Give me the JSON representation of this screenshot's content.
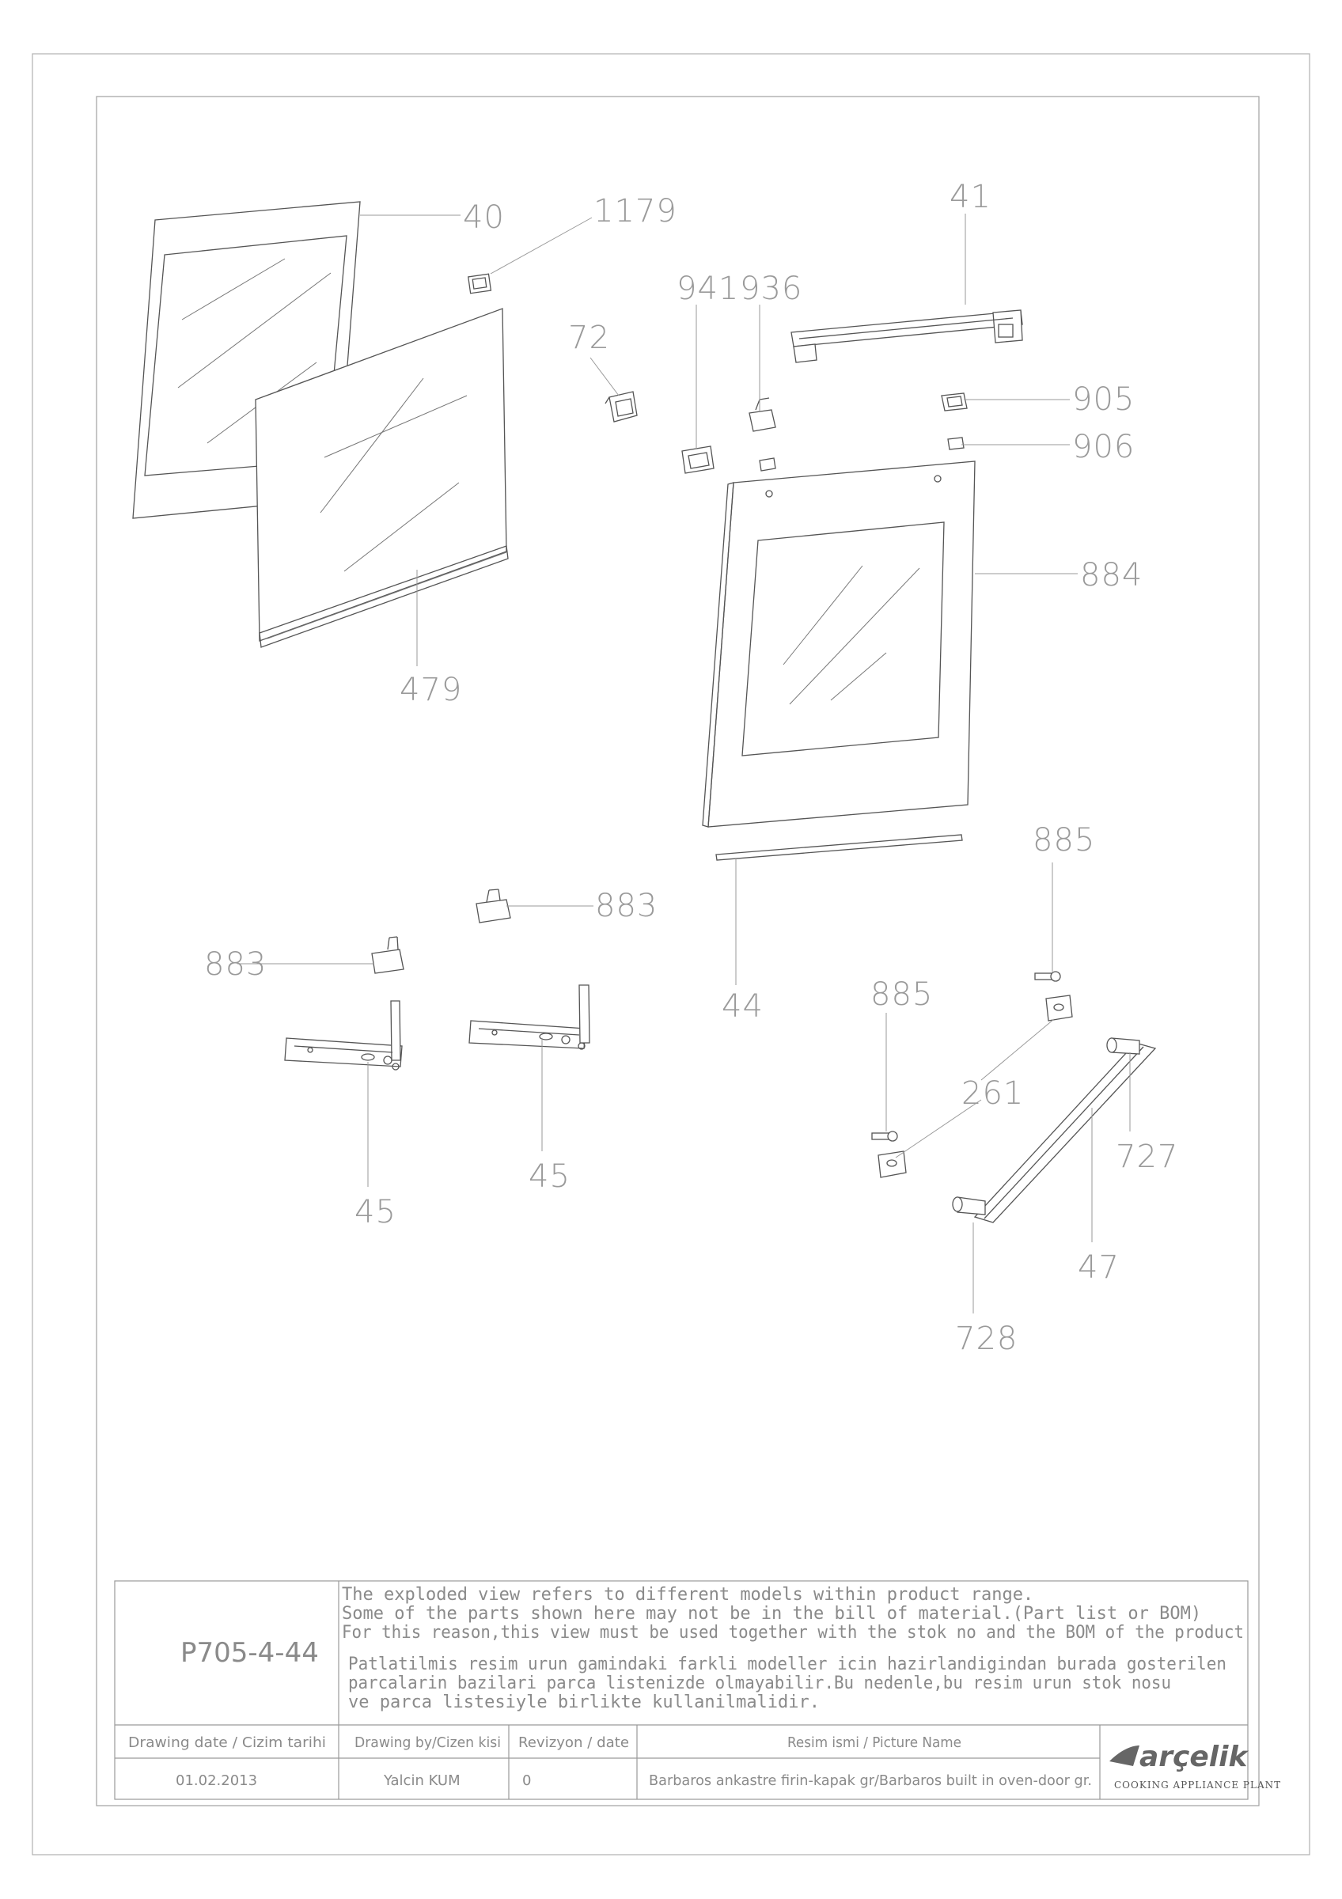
{
  "callouts": [
    {
      "id": "c40",
      "text": "40"
    },
    {
      "id": "c1179",
      "text": "1179"
    },
    {
      "id": "c41",
      "text": "41"
    },
    {
      "id": "c941",
      "text": "941"
    },
    {
      "id": "c936",
      "text": "936"
    },
    {
      "id": "c72",
      "text": "72"
    },
    {
      "id": "c905",
      "text": "905"
    },
    {
      "id": "c906",
      "text": "906"
    },
    {
      "id": "c884",
      "text": "884"
    },
    {
      "id": "c479",
      "text": "479"
    },
    {
      "id": "c885a",
      "text": "885"
    },
    {
      "id": "c883a",
      "text": "883"
    },
    {
      "id": "c883b",
      "text": "883"
    },
    {
      "id": "c44",
      "text": "44"
    },
    {
      "id": "c885b",
      "text": "885"
    },
    {
      "id": "c261",
      "text": "261"
    },
    {
      "id": "c727",
      "text": "727"
    },
    {
      "id": "c45a",
      "text": "45"
    },
    {
      "id": "c45b",
      "text": "45"
    },
    {
      "id": "c47",
      "text": "47"
    },
    {
      "id": "c728",
      "text": "728"
    }
  ],
  "title_block": {
    "drawing_code": "P705-4-44",
    "notes_en": [
      "The exploded view refers to different models within product range.",
      "Some of the parts shown here may not be in the bill of material.(Part list or BOM)",
      "For this reason,this view must be used together with the stok no and the BOM of the product"
    ],
    "notes_tr": [
      "Patlatilmis resim urun gamindaki farkli modeller icin hazirlandigindan burada gosterilen",
      "parcalarin bazilari parca listenizde olmayabilir.Bu nedenle,bu resim urun stok nosu",
      "ve parca listesiyle birlikte kullanilmalidir."
    ],
    "headers": {
      "date": "Drawing date / Cizim tarihi",
      "drawn_by": "Drawing by/Cizen kisi",
      "revision": "Revizyon / date",
      "picture_name": "Resim ismi / Picture Name"
    },
    "values": {
      "date": "01.02.2013",
      "drawn_by": "Yalcin KUM",
      "revision": "0",
      "picture_name": "Barbaros ankastre firin-kapak gr/Barbaros built in oven-door gr."
    },
    "logo": {
      "brand": "arçelik",
      "subtitle": "COOKING APPLIANCE PLANT"
    }
  }
}
